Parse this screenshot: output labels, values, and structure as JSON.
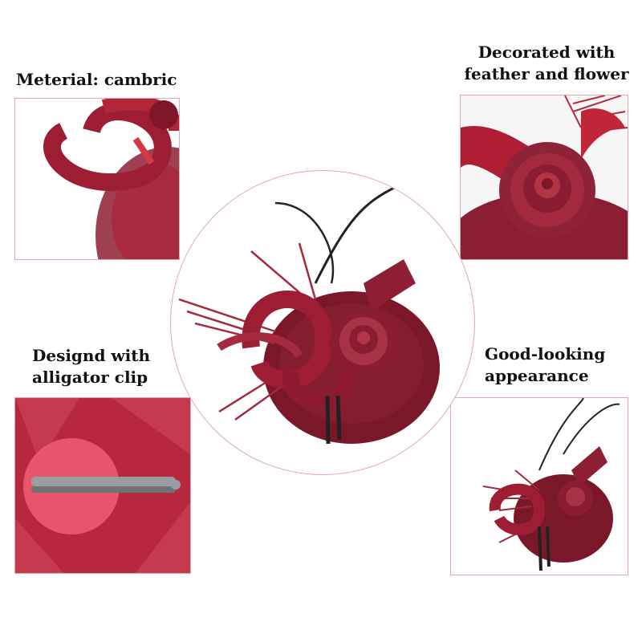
{
  "features": [
    {
      "id": "material",
      "lines": [
        "Meterial: cambric"
      ]
    },
    {
      "id": "decoration",
      "lines": [
        "Decorated with",
        "feather and flower"
      ]
    },
    {
      "id": "clip",
      "lines": [
        "Designd with",
        "alligator clip"
      ]
    },
    {
      "id": "appearance",
      "lines": [
        "Good-looking",
        "appearance"
      ]
    }
  ],
  "colors": {
    "accent_border": "#e3a7b2",
    "burgundy": "#8e1f33",
    "burgundy_dark": "#5c0f1e",
    "burgundy_light": "#b33447",
    "felt_pink": "#e8546a",
    "clip_metal": "#9a9ea3"
  },
  "icons": [
    "alligator-clip",
    "rose-flower",
    "feather",
    "ribbon-loop"
  ]
}
